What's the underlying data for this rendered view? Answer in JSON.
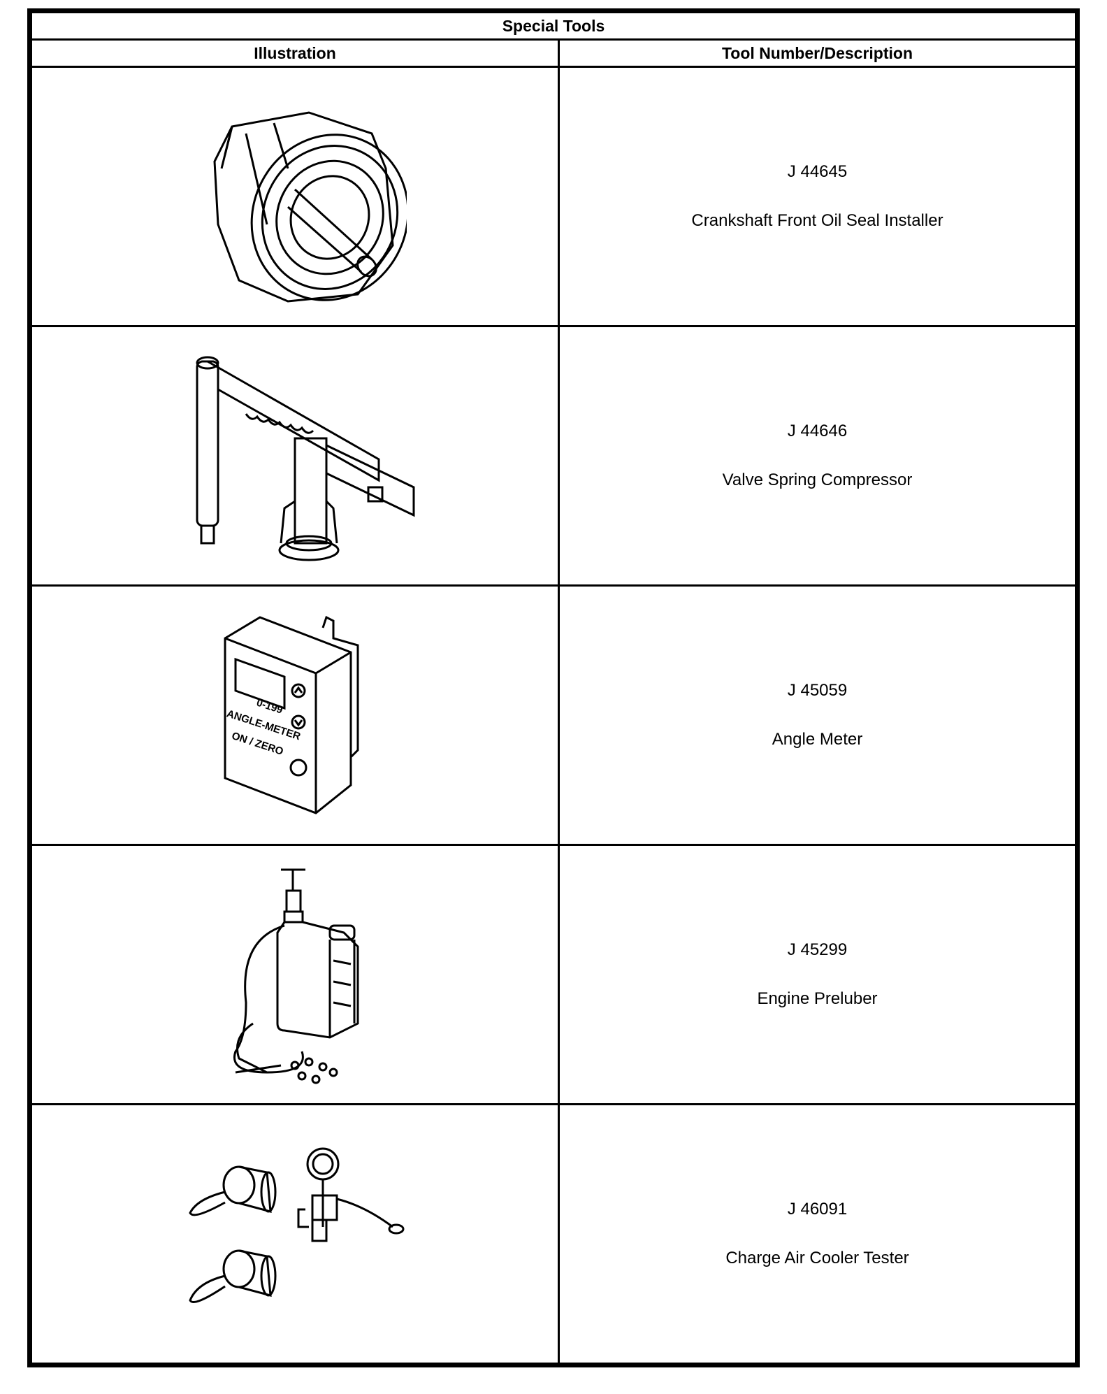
{
  "table": {
    "title": "Special Tools",
    "headers": {
      "illustration": "Illustration",
      "description": "Tool Number/Description"
    },
    "rows": [
      {
        "number": "J 44645",
        "name": "Crankshaft Front Oil Seal Installer",
        "icon": "seal-installer-icon"
      },
      {
        "number": "J 44646",
        "name": "Valve Spring Compressor",
        "icon": "valve-spring-compressor-icon"
      },
      {
        "number": "J 45059",
        "name": "Angle Meter",
        "icon": "angle-meter-icon",
        "device_text": {
          "range": "0-199",
          "label": "ANGLE-METER",
          "button": "ON / ZERO"
        }
      },
      {
        "number": "J 45299",
        "name": "Engine Preluber",
        "icon": "engine-preluber-icon"
      },
      {
        "number": "J 46091",
        "name": "Charge Air Cooler Tester",
        "icon": "charge-air-cooler-tester-icon"
      }
    ]
  }
}
